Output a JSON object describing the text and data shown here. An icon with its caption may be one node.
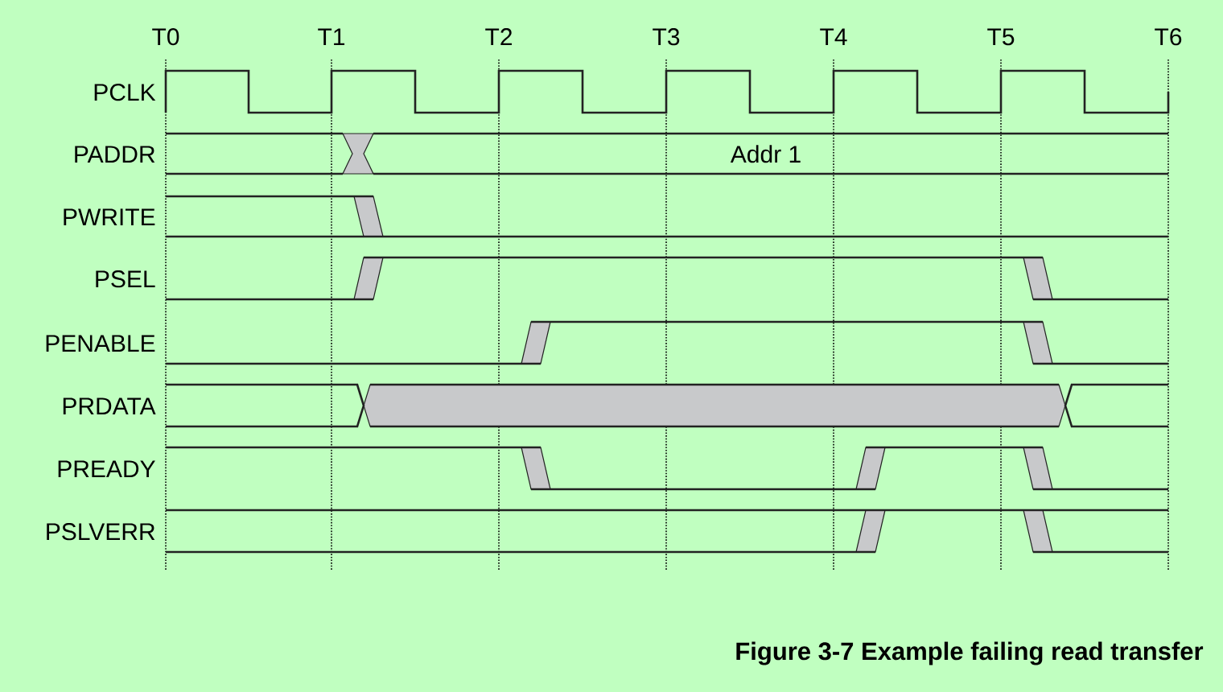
{
  "diagram": {
    "caption": "Figure 3-7 Example failing read transfer",
    "labels": [
      "T0",
      "T1",
      "T2",
      "T3",
      "T4",
      "T5",
      "T6",
      "PCLK",
      "PADDR",
      "Addr 1",
      "PWRITE",
      "PSEL",
      "PENABLE",
      "PRDATA",
      "PREADY",
      "PSLVERR"
    ]
  }
}
